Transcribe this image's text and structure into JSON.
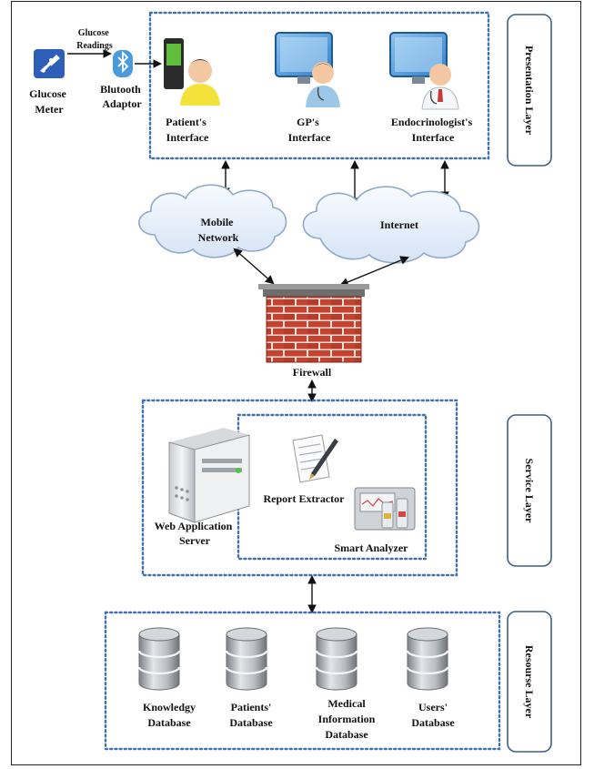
{
  "presentation": {
    "layer_label": "Presentation Layer",
    "glucose_meter": [
      "Glucose",
      "Meter"
    ],
    "glucose_readings": [
      "Glucose",
      "Readings"
    ],
    "bluetooth": [
      "Blutooth",
      "Adaptor"
    ],
    "patient_interface": [
      "Patient's",
      "Interface"
    ],
    "gp_interface": [
      "GP's",
      "Interface"
    ],
    "endo_interface": [
      "Endocrinologist's",
      "Interface"
    ]
  },
  "network": {
    "mobile": [
      "Mobile",
      "Network"
    ],
    "internet": "Internet",
    "firewall": "Firewall"
  },
  "service": {
    "layer_label": "Service Layer",
    "web_server": [
      "Web Application",
      "Server"
    ],
    "report_extractor": "Report Extractor",
    "smart_analyzer": "Smart Analyzer"
  },
  "resource": {
    "layer_label": "Resourse Layer",
    "databases": [
      [
        "Knowledgy",
        "Database"
      ],
      [
        "Patients'",
        "Database"
      ],
      [
        "Medical",
        "Information",
        "Database"
      ],
      [
        "Users'",
        "Database"
      ]
    ]
  },
  "colors": {
    "dotted_border": "#3f6fb4",
    "layer_box_border": "#3e5f92",
    "cloud_fill": "#e9f1fb",
    "brick": "#c0392b",
    "db_silver": "#a9adb3"
  }
}
